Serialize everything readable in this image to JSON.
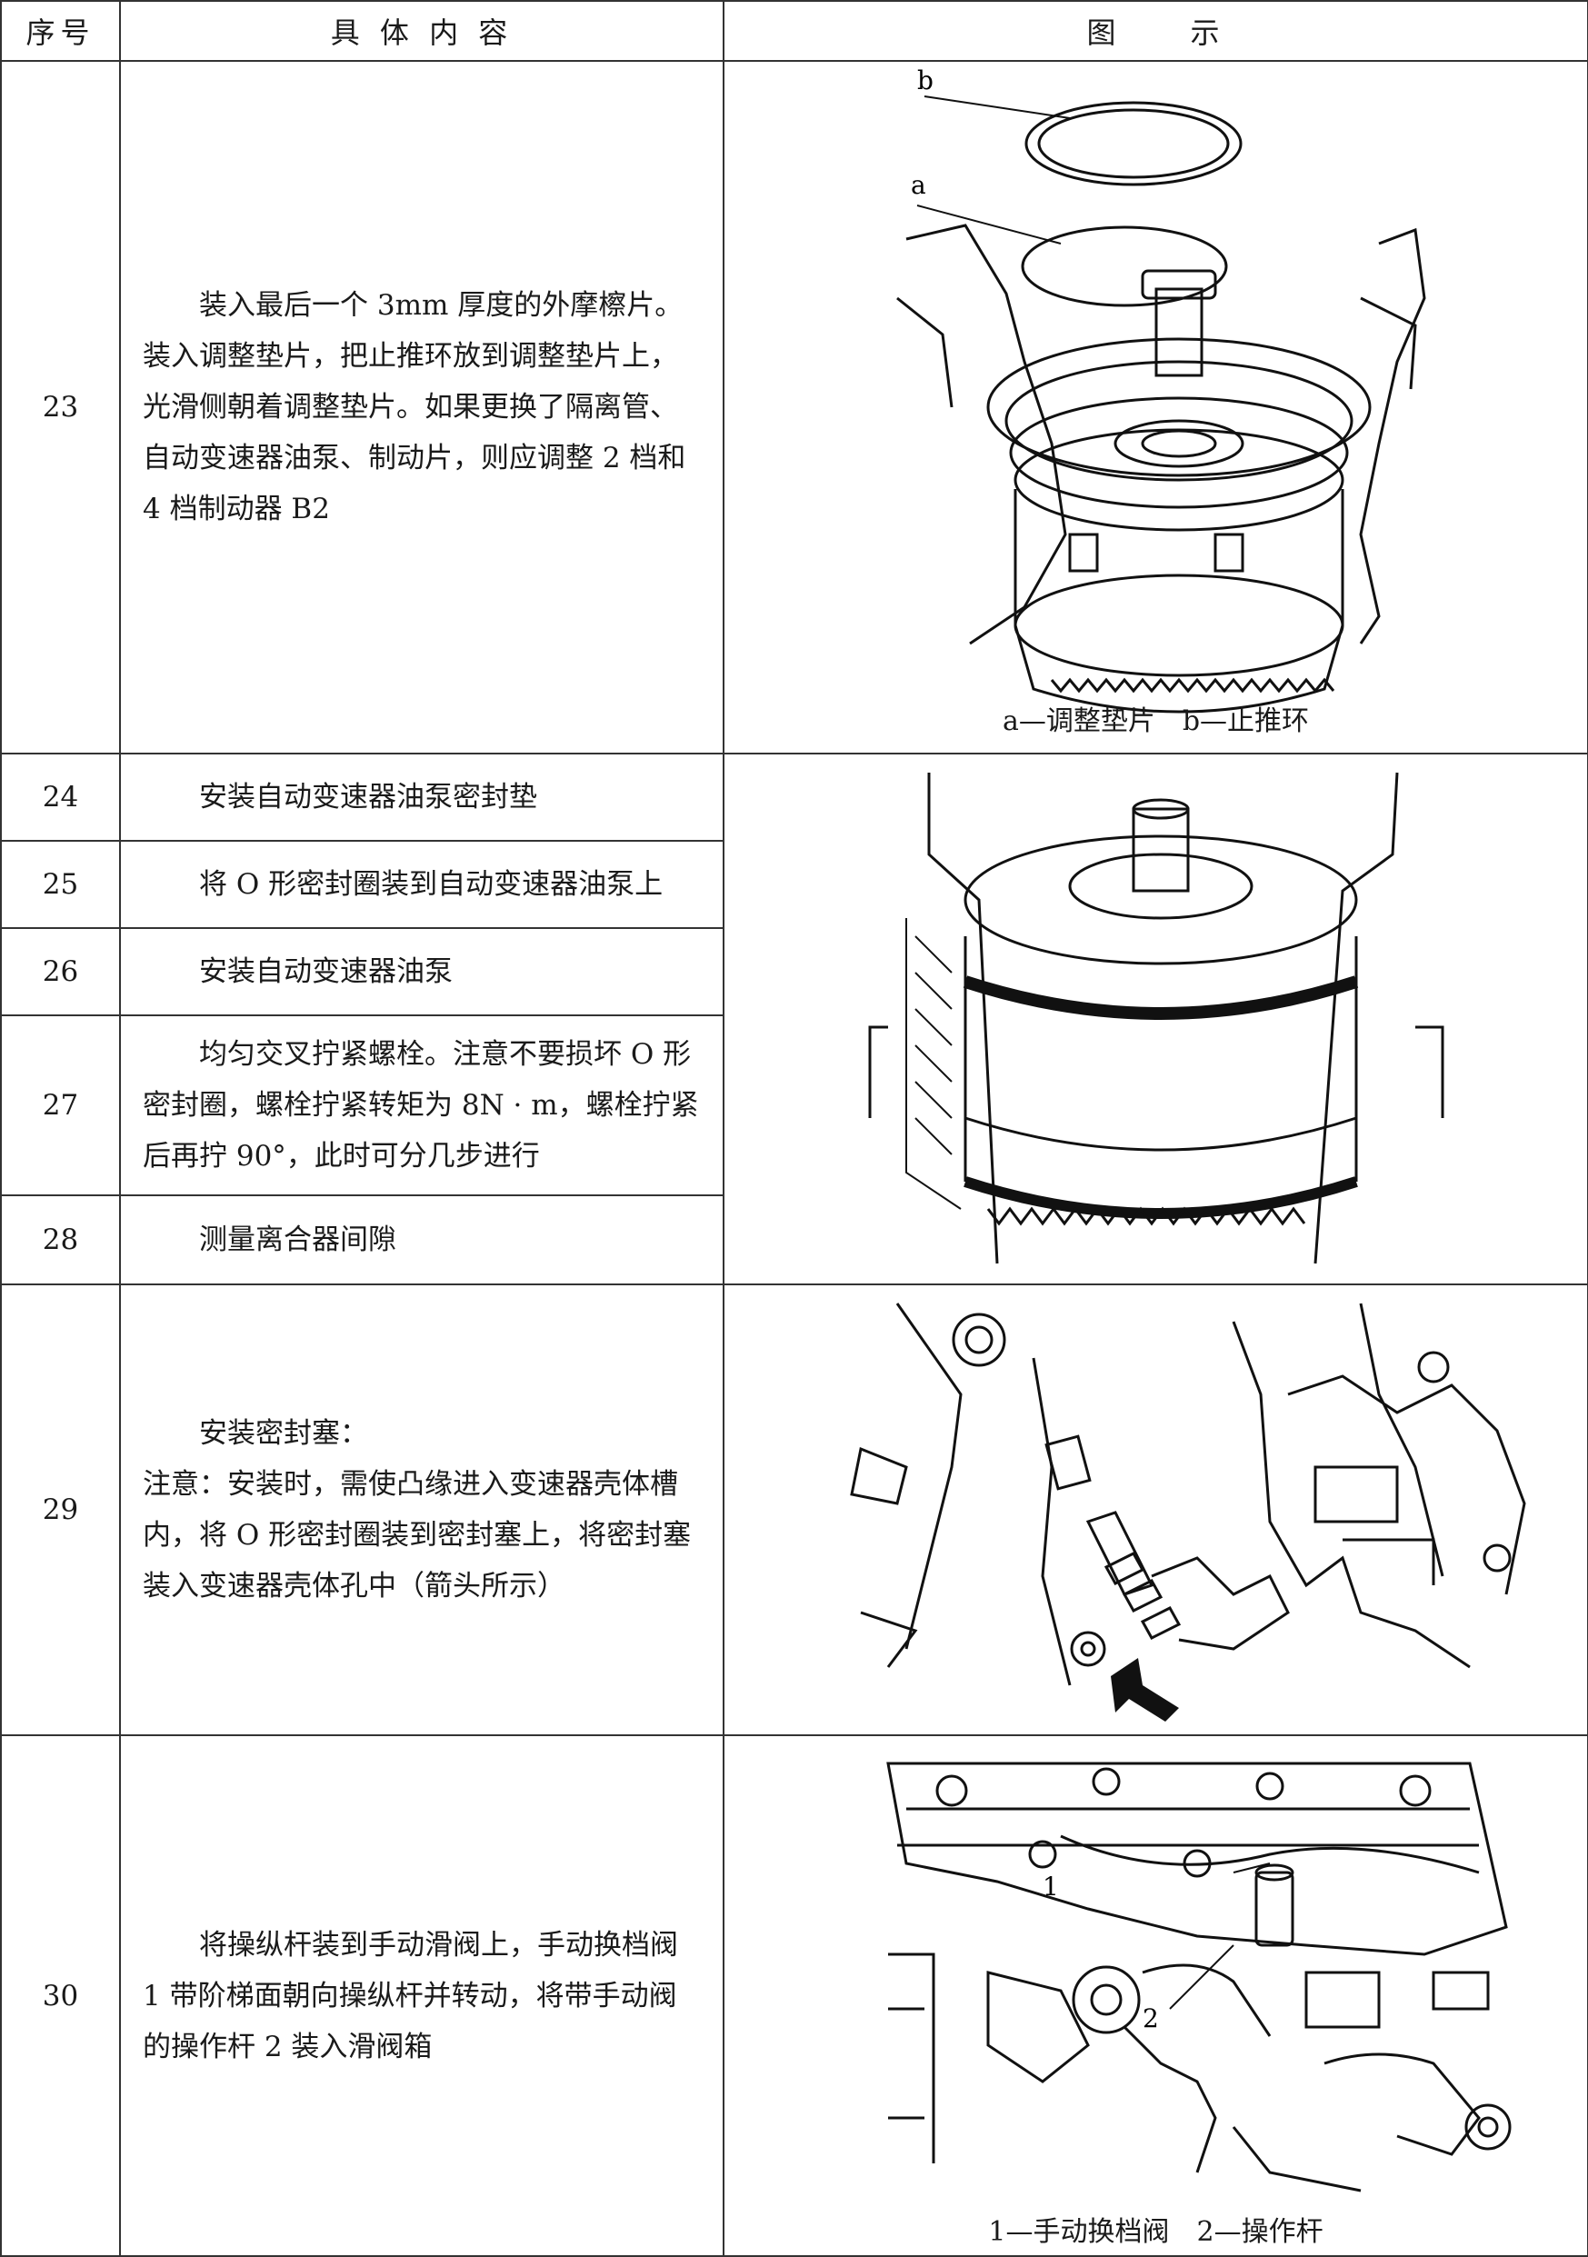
{
  "table": {
    "headers": {
      "number": "序号",
      "content": "具 体 内 容",
      "figure": "图　　示"
    },
    "rows": [
      {
        "number": "23",
        "text": "装入最后一个 3mm 厚度的外摩檫片。装入调整垫片，把止推环放到调整垫片上，光滑侧朝着调整垫片。如果更换了隔离管、自动变速器油泵、制动片，则应调整 2 档和 4 档制动器 B2"
      },
      {
        "number": "24",
        "text": "安装自动变速器油泵密封垫"
      },
      {
        "number": "25",
        "text": "将 O 形密封圈装到自动变速器油泵上"
      },
      {
        "number": "26",
        "text": "安装自动变速器油泵"
      },
      {
        "number": "27",
        "text": "均匀交叉拧紧螺栓。注意不要损坏 O 形密封圈，螺栓拧紧转矩为 8N · m，螺栓拧紧后再拧 90°，此时可分几步进行"
      },
      {
        "number": "28",
        "text": "测量离合器间隙"
      },
      {
        "number": "29",
        "text": "安装密封塞：\n注意：安装时，需使凸缘进入变速器壳体槽内，将 O 形密封圈装到密封塞上，将密封塞装入变速器壳体孔中（箭头所示）"
      },
      {
        "number": "30",
        "text": "将操纵杆装到手动滑阀上，手动换档阀 1 带阶梯面朝向操纵杆并转动，将带手动阀的操作杆 2 装入滑阀箱"
      }
    ]
  },
  "figures": {
    "fig23": {
      "label_a": "a",
      "label_b": "b",
      "caption": "a—调整垫片　b—止推环"
    },
    "fig29": {},
    "fig30": {
      "label_1": "1",
      "label_2": "2",
      "caption": "1—手动换档阀　2—操作杆"
    }
  }
}
